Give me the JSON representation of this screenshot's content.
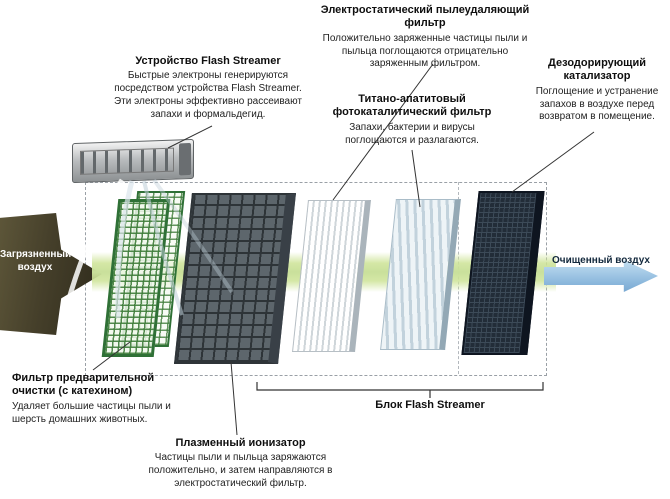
{
  "labels": {
    "flash_streamer_device": {
      "title": "Устройство Flash Streamer",
      "body": "Быстрые электроны генерируются посредством устройства Flash Streamer. Эти электроны эффективно рассеивают запахи и формальдегид."
    },
    "electrostatic_filter": {
      "title": "Электростатический пылеудаляющий фильтр",
      "body": "Положительно заряженные частицы пыли и пыльца поглощаются отрицательно заряженным фильтром."
    },
    "deodorizing_catalyst": {
      "title": "Дезодорирующий катализатор",
      "body": "Поглощение и устранение запахов в воздухе перед возвратом в помещение."
    },
    "titanium_filter": {
      "title": "Титано-апатитовый фотокаталитический фильтр",
      "body": "Запахи, бактерии и вирусы поглощаются и разлагаются."
    },
    "prefilter": {
      "title": "Фильтр предварительной очистки (с катехином)",
      "body": "Удаляет большие частицы пыли и шерсть домашних животных."
    },
    "plasma_ionizer": {
      "title": "Плазменный ионизатор",
      "body": "Частицы пыли и пыльца заряжаются положительно, и затем направляются в электростатический фильтр."
    },
    "flash_streamer_block": "Блок Flash Streamer",
    "dirty_air": "Загрязненный воздух",
    "clean_air": "Очищенный воздух"
  },
  "colors": {
    "dirty_arrow": "#453f2a",
    "clean_arrow": "#8cb8dc",
    "streamer_beam": "#c9e09b",
    "prefilter_green": "#2f7036",
    "ionizer_gray": "#5d666c",
    "electrostatic_white": "#cfd6da",
    "titanium_blue": "#c2d2dc",
    "catalyst_dark": "#222c38",
    "dashed_border": "#9aa0a6",
    "leader_line": "#333333"
  }
}
